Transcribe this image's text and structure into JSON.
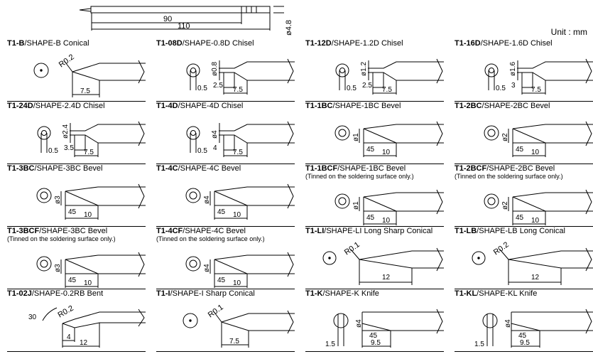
{
  "unit_label": "Unit : mm",
  "top_dims": {
    "len_a": "90",
    "len_b": "110",
    "dia": "ø4.8"
  },
  "tips": [
    {
      "code": "T1-B",
      "name": "/SHAPE-B Conical",
      "note": "",
      "shape": "conical",
      "dims": {
        "r": "R0.2",
        "a": "7.5"
      }
    },
    {
      "code": "T1-08D",
      "name": "/SHAPE-0.8D Chisel",
      "note": "",
      "shape": "chisel",
      "dims": {
        "d": "ø0.8",
        "t": "0.5",
        "s": "2.5",
        "a": "7.5"
      }
    },
    {
      "code": "T1-12D",
      "name": "/SHAPE-1.2D Chisel",
      "note": "",
      "shape": "chisel",
      "dims": {
        "d": "ø1.2",
        "t": "0.5",
        "s": "2.5",
        "a": "7.5"
      }
    },
    {
      "code": "T1-16D",
      "name": "/SHAPE-1.6D Chisel",
      "note": "",
      "shape": "chisel",
      "dims": {
        "d": "ø1.6",
        "t": "0.5",
        "s": "3",
        "a": "7.5"
      }
    },
    {
      "code": "T1-24D",
      "name": "/SHAPE-2.4D Chisel",
      "note": "",
      "shape": "chisel",
      "dims": {
        "d": "ø2.4",
        "t": "0.5",
        "s": "3.5",
        "a": "7.5"
      }
    },
    {
      "code": "T1-4D",
      "name": "/SHAPE-4D Chisel",
      "note": "",
      "shape": "chisel",
      "dims": {
        "d": "ø4",
        "t": "0.5",
        "s": "4",
        "a": "7.5"
      }
    },
    {
      "code": "T1-1BC",
      "name": "/SHAPE-1BC Bevel",
      "note": "",
      "shape": "bevel",
      "dims": {
        "d": "ø1",
        "ang": "45",
        "a": "10"
      }
    },
    {
      "code": "T1-2BC",
      "name": "/SHAPE-2BC Bevel",
      "note": "",
      "shape": "bevel",
      "dims": {
        "d": "ø2",
        "ang": "45",
        "a": "10"
      }
    },
    {
      "code": "T1-3BC",
      "name": "/SHAPE-3BC Bevel",
      "note": "",
      "shape": "bevel",
      "dims": {
        "d": "ø3",
        "ang": "45",
        "a": "10"
      }
    },
    {
      "code": "T1-4C",
      "name": "/SHAPE-4C Bevel",
      "note": "",
      "shape": "bevel",
      "dims": {
        "d": "ø4",
        "ang": "45",
        "a": "10"
      }
    },
    {
      "code": "T1-1BCF",
      "name": "/SHAPE-1BC Bevel",
      "note": "(Tinned on the soldering surface only.)",
      "shape": "bevel",
      "dims": {
        "d": "ø1",
        "ang": "45",
        "a": "10"
      }
    },
    {
      "code": "T1-2BCF",
      "name": "/SHAPE-2BC Bevel",
      "note": "(Tinned on the soldering surface only.)",
      "shape": "bevel",
      "dims": {
        "d": "ø2",
        "ang": "45",
        "a": "10"
      }
    },
    {
      "code": "T1-3BCF",
      "name": "/SHAPE-3BC Bevel",
      "note": "(Tinned on the soldering surface only.)",
      "shape": "bevel",
      "dims": {
        "d": "ø3",
        "ang": "45",
        "a": "10"
      }
    },
    {
      "code": "T1-4CF",
      "name": "/SHAPE-4C Bevel",
      "note": "(Tinned on the soldering surface only.)",
      "shape": "bevel",
      "dims": {
        "d": "ø4",
        "ang": "45",
        "a": "10"
      }
    },
    {
      "code": "T1-LI",
      "name": "/SHAPE-LI Long Sharp Conical",
      "note": "",
      "shape": "longconical",
      "dims": {
        "r": "R0.1",
        "a": "12"
      }
    },
    {
      "code": "T1-LB",
      "name": "/SHAPE-LB Long Conical",
      "note": "",
      "shape": "longconical",
      "dims": {
        "r": "R0.2",
        "a": "12"
      }
    },
    {
      "code": "T1-02J",
      "name": "/SHAPE-0.2RB Bent",
      "note": "",
      "shape": "bent",
      "dims": {
        "ang": "30",
        "r": "R0.2",
        "s": "4",
        "a": "12"
      }
    },
    {
      "code": "T1-I",
      "name": "/SHAPE-I Sharp Conical",
      "note": "",
      "shape": "conical",
      "dims": {
        "r": "R0.1",
        "a": "7.5"
      }
    },
    {
      "code": "T1-K",
      "name": "/SHAPE-K Knife",
      "note": "",
      "shape": "knife",
      "dims": {
        "d": "ø4",
        "t": "1.5",
        "ang": "45",
        "a": "9.5"
      }
    },
    {
      "code": "T1-KL",
      "name": "/SHAPE-KL Knife",
      "note": "",
      "shape": "knife",
      "dims": {
        "d": "ø4",
        "t": "1.5",
        "ang": "45",
        "a": "9.5"
      }
    }
  ]
}
